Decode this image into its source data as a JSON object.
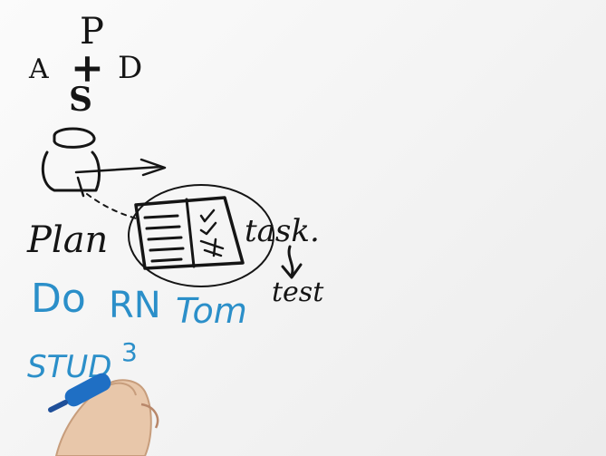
{
  "whiteboard": {
    "pdsa": {
      "p": "P",
      "a": "A",
      "d": "D",
      "s": "S",
      "plus": "+"
    },
    "plan_label": "Plan",
    "task_label": "task.",
    "test_label": "test",
    "do_line": [
      "Do",
      "RN",
      "Tom"
    ],
    "study_label": "STUD",
    "superscript": "3"
  },
  "colors": {
    "black_ink": "#151515",
    "blue_ink": "#2b8fc9",
    "board": "#f7f7f7",
    "skin": "#e8c7aa",
    "marker_blue": "#1f6fc4"
  }
}
